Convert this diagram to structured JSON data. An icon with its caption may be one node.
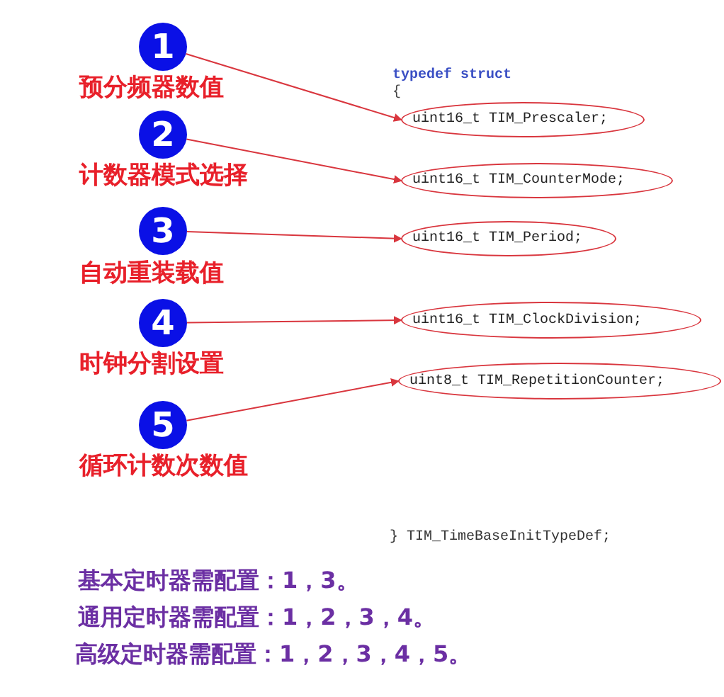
{
  "diagram": {
    "nodes": [
      {
        "text": [
          "1"
        ],
        "beside": [
          "预分频器数值"
        ]
      },
      {
        "text": [
          "2"
        ],
        "beside": [
          "计数器模式选择"
        ]
      },
      {
        "text": [
          "3"
        ],
        "beside": [
          "自动重装载值"
        ]
      },
      {
        "text": [
          "4"
        ],
        "beside": [
          "时钟分割设置"
        ]
      },
      {
        "text": [
          "5"
        ],
        "beside": [
          "循环计数次数值"
        ]
      },
      {
        "text": [
          "uint16_t TIM_Prescaler;"
        ]
      },
      {
        "text": [
          "uint16_t TIM_CounterMode;"
        ]
      },
      {
        "text": [
          "uint16_t TIM_Period;"
        ]
      },
      {
        "text": [
          "uint16_t TIM_ClockDivision;"
        ]
      },
      {
        "text": [
          "uint8_t TIM_RepetitionCounter;"
        ]
      }
    ],
    "edges": [
      {
        "from": 0,
        "to": 5,
        "arrow": "to"
      },
      {
        "from": 1,
        "to": 6,
        "arrow": "to"
      },
      {
        "from": 2,
        "to": 7,
        "arrow": "to"
      },
      {
        "from": 3,
        "to": 8,
        "arrow": "to"
      },
      {
        "from": 4,
        "to": 9,
        "arrow": "to"
      }
    ],
    "labels": [
      "typedef struct",
      "{",
      "} TIM_TimeBaseInitTypeDef;",
      "基本定时器需配置：1，3。",
      "通用定时器需配置：1，2，3，4。",
      "高级定时器需配置：1，2，3，4，5。"
    ]
  }
}
